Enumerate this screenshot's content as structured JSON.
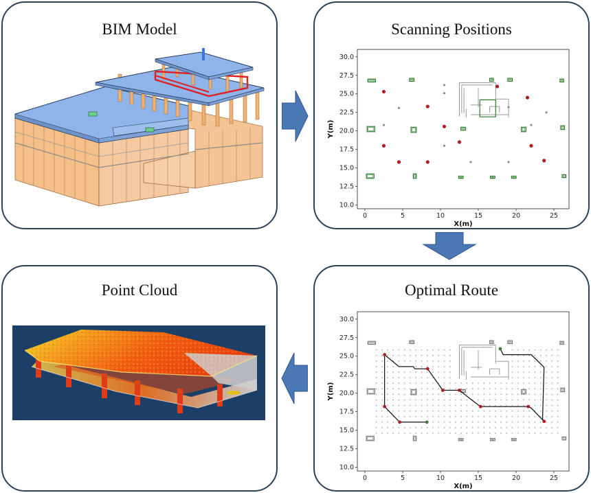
{
  "panels": {
    "bim": {
      "title": "BIM Model"
    },
    "scan": {
      "title": "Scanning Positions"
    },
    "route": {
      "title": "Optimal Route"
    },
    "cloud": {
      "title": "Point Cloud"
    }
  },
  "colors": {
    "panel_border": "#2b4159",
    "flow_arrow": "#4a78b4",
    "scan_position": "#b01e24",
    "candidate_position": "#8c8c8c",
    "obstacle": "#2a7a2a",
    "route_line": "#1a1a1a",
    "route_start": "#3b7d2e",
    "bim_roof": "#8fb4ea",
    "bim_wall": "#f4bf88",
    "bim_highlight": "#e02020",
    "cloud_background": "#1b3f67"
  },
  "chart_data": [
    {
      "type": "scatter",
      "panel": "scan",
      "xlabel": "X(m)",
      "ylabel": "Y(m)",
      "xlim": [
        -1,
        27
      ],
      "ylim": [
        9.5,
        31
      ],
      "xticks": [
        0,
        5,
        10,
        15,
        20,
        25
      ],
      "yticks": [
        10.0,
        12.5,
        15.0,
        17.5,
        20.0,
        22.5,
        25.0,
        27.5,
        30.0
      ],
      "grid": false,
      "series": [
        {
          "role": "scan",
          "points": [
            [
              2.5,
              25.3
            ],
            [
              2.5,
              18.0
            ],
            [
              4.5,
              15.8
            ],
            [
              8.3,
              23.3
            ],
            [
              8.3,
              15.8
            ],
            [
              10.5,
              20.6
            ],
            [
              12.5,
              18.5
            ],
            [
              17.5,
              26.0
            ],
            [
              21.5,
              24.5
            ],
            [
              22.0,
              18.0
            ],
            [
              23.7,
              16.0
            ]
          ]
        },
        {
          "role": "candidate",
          "points": [
            [
              2.5,
              20.8
            ],
            [
              4.5,
              23.1
            ],
            [
              10.5,
              26.2
            ],
            [
              10.5,
              25.1
            ],
            [
              10.5,
              18.0
            ],
            [
              14.0,
              15.8
            ],
            [
              19.0,
              15.8
            ],
            [
              19.0,
              23.2
            ],
            [
              22.0,
              20.8
            ],
            [
              24.0,
              22.5
            ]
          ]
        }
      ],
      "obstacles": [
        [
          0.4,
          26.6,
          1.0,
          0.4
        ],
        [
          5.9,
          26.7,
          0.6,
          0.4
        ],
        [
          16.5,
          26.7,
          0.5,
          0.4
        ],
        [
          18.9,
          26.7,
          0.6,
          0.4
        ],
        [
          25.8,
          26.6,
          0.5,
          0.4
        ],
        [
          0.3,
          19.9,
          1.0,
          0.7
        ],
        [
          6.1,
          19.8,
          0.7,
          0.7
        ],
        [
          12.7,
          20.1,
          0.6,
          0.4
        ],
        [
          20.7,
          19.9,
          0.6,
          0.6
        ],
        [
          25.9,
          20.2,
          0.5,
          0.5
        ],
        [
          0.2,
          13.6,
          1.0,
          0.6
        ],
        [
          6.4,
          13.6,
          0.4,
          0.6
        ],
        [
          12.4,
          13.6,
          0.6,
          0.3
        ],
        [
          16.6,
          13.6,
          0.6,
          0.3
        ],
        [
          19.4,
          13.6,
          0.6,
          0.3
        ],
        [
          26.1,
          13.7,
          0.5,
          0.4
        ]
      ]
    },
    {
      "type": "line",
      "panel": "route",
      "xlabel": "X(m)",
      "ylabel": "Y(m)",
      "xlim": [
        -1,
        27
      ],
      "ylim": [
        9.5,
        31
      ],
      "xticks": [
        0,
        5,
        10,
        15,
        20,
        25
      ],
      "yticks": [
        10.0,
        12.5,
        15.0,
        17.5,
        20.0,
        22.5,
        25.0,
        27.5,
        30.0
      ],
      "grid": false,
      "route": [
        [
          8.2,
          16.1
        ],
        [
          4.6,
          16.1
        ],
        [
          2.6,
          18.2
        ],
        [
          2.6,
          25.2
        ],
        [
          4.5,
          23.6
        ],
        [
          6.4,
          23.6
        ],
        [
          6.6,
          23.3
        ],
        [
          8.3,
          23.3
        ],
        [
          8.5,
          23.0
        ],
        [
          10.3,
          20.4
        ],
        [
          12.5,
          20.4
        ],
        [
          14.0,
          19.2
        ],
        [
          14.5,
          18.8
        ],
        [
          15.3,
          18.2
        ],
        [
          21.6,
          18.2
        ],
        [
          22.0,
          18.0
        ],
        [
          23.7,
          16.2
        ],
        [
          23.5,
          16.5
        ],
        [
          23.7,
          23.5
        ],
        [
          22.0,
          25.2
        ],
        [
          21.0,
          25.2
        ],
        [
          18.3,
          25.2
        ],
        [
          17.9,
          26.0
        ]
      ],
      "stops": [
        [
          2.6,
          25.2
        ],
        [
          8.3,
          23.3
        ],
        [
          10.3,
          20.4
        ],
        [
          12.5,
          20.4
        ],
        [
          15.3,
          18.2
        ],
        [
          21.6,
          18.2
        ],
        [
          23.7,
          16.2
        ],
        [
          4.6,
          16.1
        ],
        [
          2.6,
          18.2
        ]
      ],
      "start": [
        [
          8.2,
          16.1
        ],
        [
          17.9,
          26.0
        ]
      ],
      "obstacles": [
        [
          0.4,
          26.6,
          1.0,
          0.4
        ],
        [
          5.9,
          26.7,
          0.6,
          0.4
        ],
        [
          16.5,
          26.7,
          0.5,
          0.4
        ],
        [
          18.9,
          26.7,
          0.6,
          0.4
        ],
        [
          25.8,
          26.6,
          0.5,
          0.4
        ],
        [
          0.3,
          19.9,
          1.0,
          0.7
        ],
        [
          6.1,
          19.8,
          0.7,
          0.7
        ],
        [
          12.7,
          20.1,
          0.6,
          0.4
        ],
        [
          20.7,
          19.9,
          0.6,
          0.6
        ],
        [
          25.9,
          20.2,
          0.5,
          0.5
        ],
        [
          0.2,
          13.6,
          1.0,
          0.6
        ],
        [
          6.4,
          13.6,
          0.4,
          0.6
        ],
        [
          12.4,
          13.6,
          0.6,
          0.3
        ],
        [
          16.6,
          13.6,
          0.6,
          0.3
        ],
        [
          19.4,
          13.6,
          0.6,
          0.3
        ],
        [
          26.1,
          13.7,
          0.5,
          0.4
        ]
      ]
    }
  ]
}
